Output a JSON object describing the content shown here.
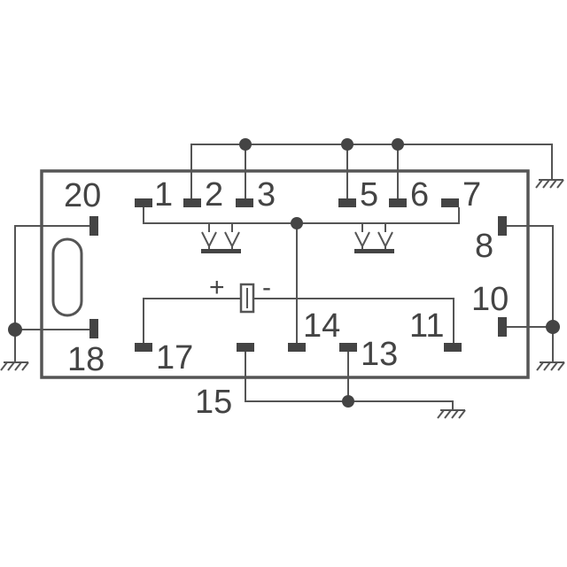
{
  "pins": {
    "p1": "1",
    "p2": "2",
    "p3": "3",
    "p5": "5",
    "p6": "6",
    "p7": "7",
    "p8": "8",
    "p10": "10",
    "p11": "11",
    "p13": "13",
    "p14": "14",
    "p15": "15",
    "p17": "17",
    "p18": "18",
    "p20": "20"
  },
  "polarity": {
    "plus": "+",
    "minus": "-"
  },
  "colors": {
    "ink": "#444444",
    "wire": "#555555",
    "background": "#ffffff"
  },
  "icons": [
    "ground-icon",
    "diode-icon",
    "relay-coil-icon",
    "junction-dot-icon"
  ]
}
